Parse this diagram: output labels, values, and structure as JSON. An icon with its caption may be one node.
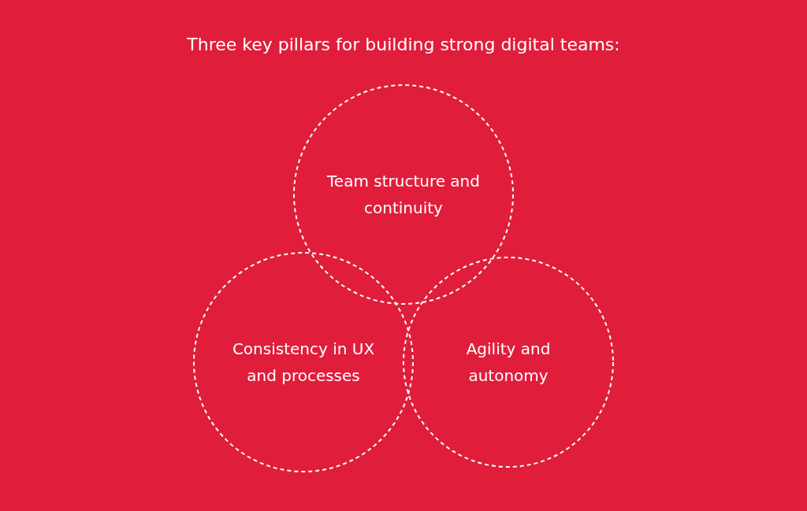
{
  "diagram": {
    "title": "Three key pillars for building strong digital teams:",
    "nodes": [
      {
        "text": [
          "Team structure and continuity"
        ]
      },
      {
        "text": [
          "Consistency in UX and processes"
        ]
      },
      {
        "text": [
          "Agility and autonomy"
        ]
      }
    ]
  }
}
